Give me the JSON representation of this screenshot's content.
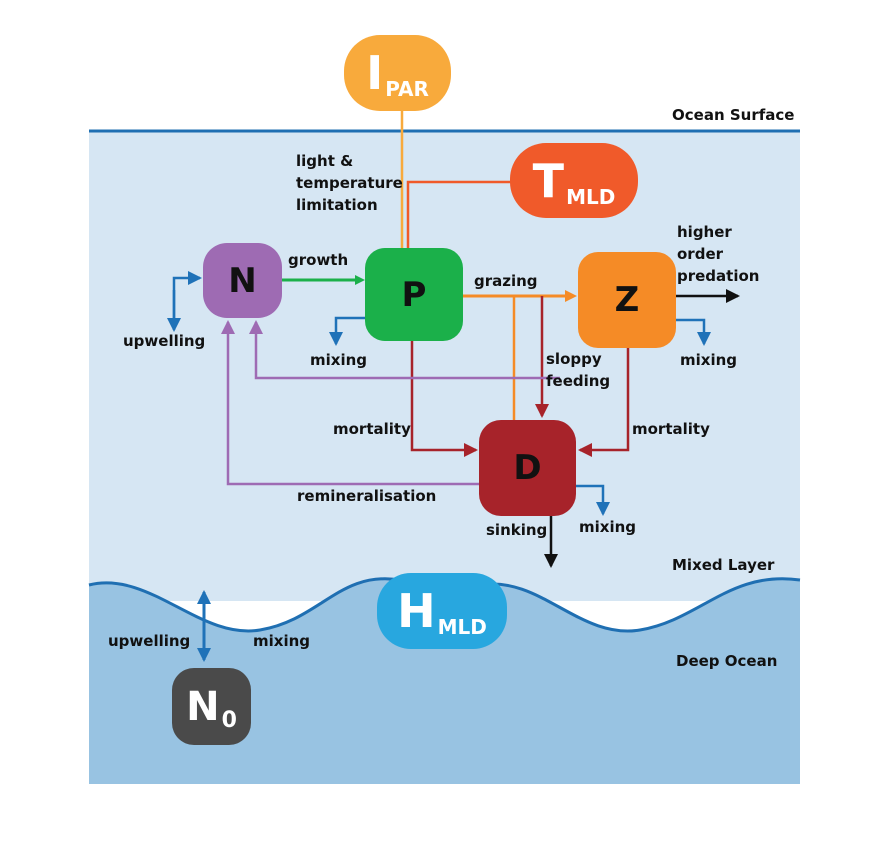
{
  "colors": {
    "mixed_layer": "#d6e6f3",
    "deep_ocean": "#98c3e2",
    "surface_line": "#1f6fb2",
    "N": "#9e6bb3",
    "P": "#1bb04a",
    "Z": "#f58b26",
    "D": "#a7232a",
    "I_PAR": "#f8aa3c",
    "T_MLD": "#f05a2a",
    "H_MLD": "#28a7df",
    "N0": "#4a4a4a",
    "mixing": "#1f72b8",
    "black": "#111111"
  },
  "nodes": {
    "i_par": {
      "symbol": "I",
      "subscript": "PAR"
    },
    "t_mld": {
      "symbol": "T",
      "subscript": "MLD"
    },
    "h_mld": {
      "symbol": "H",
      "subscript": "MLD"
    },
    "n": {
      "symbol": "N"
    },
    "p": {
      "symbol": "P"
    },
    "z": {
      "symbol": "Z"
    },
    "d": {
      "symbol": "D"
    },
    "n0": {
      "symbol": "N",
      "subscript": "0"
    }
  },
  "labels": {
    "ocean_surface": "Ocean Surface",
    "mixed_layer": "Mixed Layer",
    "deep_ocean": "Deep Ocean",
    "light_temp_1": "light &",
    "light_temp_2": "temperature",
    "light_temp_3": "limitation",
    "growth": "growth",
    "grazing": "grazing",
    "higher_order_1": "higher",
    "higher_order_2": "order",
    "higher_order_3": "predation",
    "upwelling_top": "upwelling",
    "mixing_p": "mixing",
    "mixing_z": "mixing",
    "sloppy_1": "sloppy",
    "sloppy_2": "feeding",
    "mortality_p": "mortality",
    "mortality_z": "mortality",
    "remineralisation": "remineralisation",
    "sinking": "sinking",
    "mixing_d": "mixing",
    "upwelling_bottom": "upwelling",
    "mixing_bottom": "mixing"
  }
}
